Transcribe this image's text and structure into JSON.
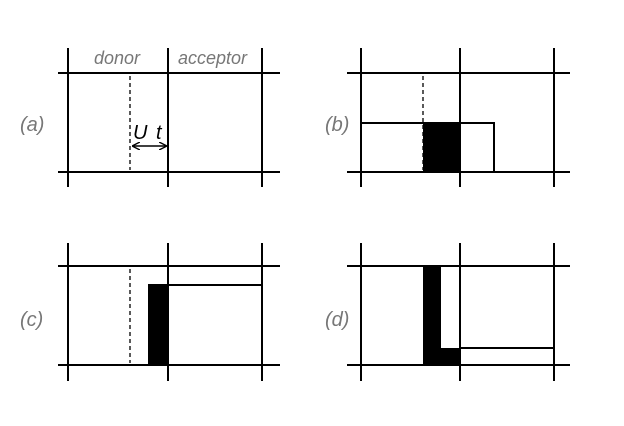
{
  "labels": {
    "donor": "donor",
    "acceptor": "acceptor",
    "panel_a": "(a)",
    "panel_b": "(b)",
    "panel_c": "(c)",
    "panel_d": "(d)",
    "velocity": "U",
    "time": "t"
  },
  "colors": {
    "line": "#000000",
    "label_grey": "#777777",
    "fill": "#000000",
    "background": "#ffffff"
  },
  "icons": {
    "double_arrow": "double-headed-arrow-icon"
  }
}
